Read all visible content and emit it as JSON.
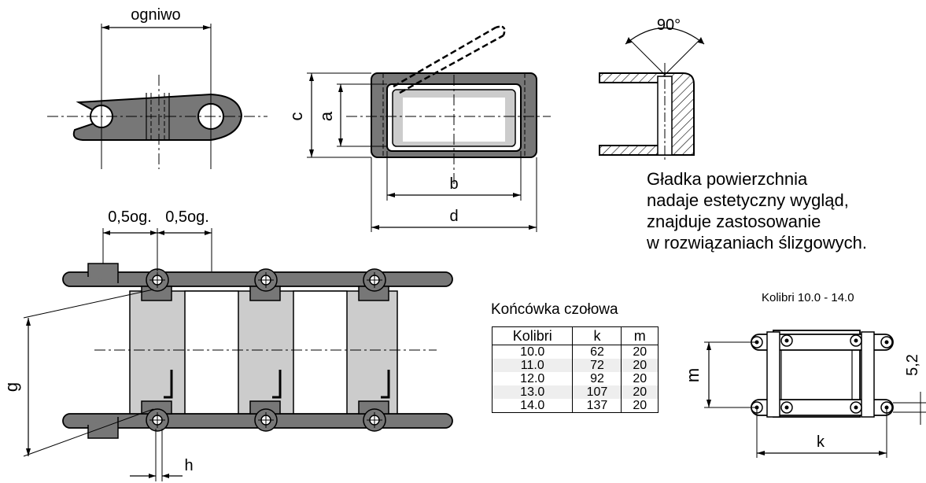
{
  "labels": {
    "ogniwo": "ogniwo",
    "c": "c",
    "a": "a",
    "b": "b",
    "d": "d",
    "angle": "90°",
    "half_pitch_1": "0,5og.",
    "half_pitch_2": "0,5og.",
    "g": "g",
    "h": "h",
    "m": "m",
    "k": "k",
    "dim_5_2": "5,2"
  },
  "description": {
    "line1": "Gładka powierzchnia",
    "line2": "nadaje estetyczny wygląd,",
    "line3": "znajduje zastosowanie",
    "line4": "w rozwiązaniach ślizgowych."
  },
  "end_piece": {
    "title": "Końcówka czołowa",
    "columns": [
      "Kolibri",
      "k",
      "m"
    ],
    "rows": [
      [
        "10.0",
        "62",
        "20"
      ],
      [
        "11.0",
        "72",
        "20"
      ],
      [
        "12.0",
        "92",
        "20"
      ],
      [
        "13.0",
        "107",
        "20"
      ],
      [
        "14.0",
        "137",
        "20"
      ]
    ]
  },
  "kolibri_range": "Kolibri 10.0 - 14.0",
  "colors": {
    "part_fill": "#777777",
    "inner_fill": "#cccccc",
    "line": "#000000"
  }
}
